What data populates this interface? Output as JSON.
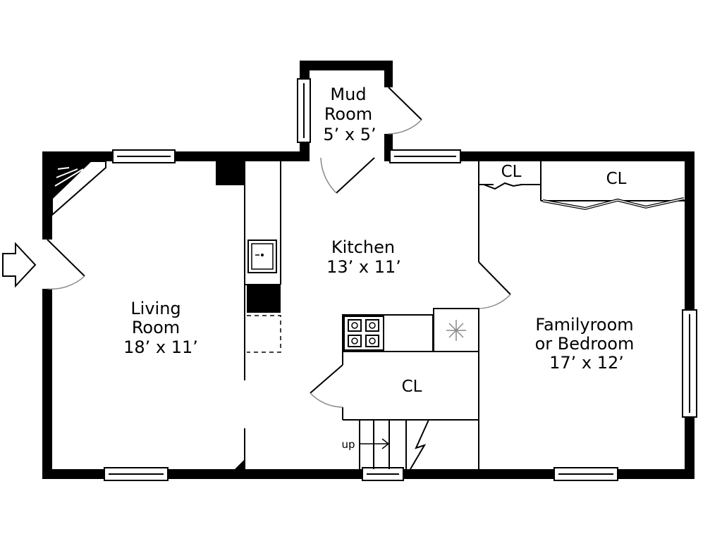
{
  "rooms": {
    "mud_room": {
      "line1": "Mud",
      "line2": "Room",
      "dims": "5’ x 5’"
    },
    "kitchen": {
      "line1": "Kitchen",
      "dims": "13’ x 11’"
    },
    "living_room": {
      "line1": "Living",
      "line2": "Room",
      "dims": "18’ x 11’"
    },
    "family_room": {
      "line1": "Familyroom",
      "line2": "or Bedroom",
      "dims": "17’ x 12’"
    }
  },
  "closets": {
    "small": "CL",
    "large": "CL",
    "kitchen": "CL"
  },
  "stairs": {
    "label": "up"
  }
}
